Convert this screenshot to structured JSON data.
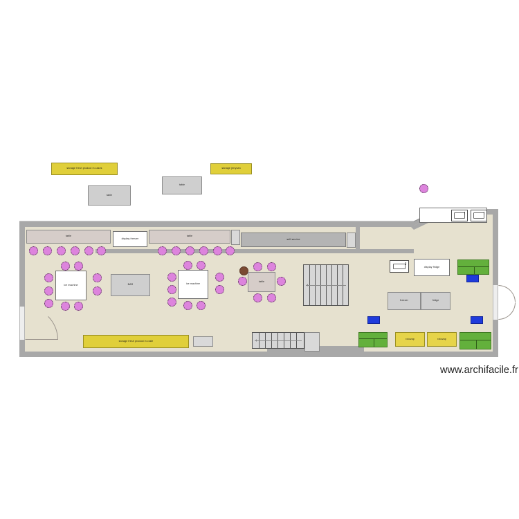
{
  "app": {
    "watermark": "www.archifacile.fr",
    "canvas_bg": "#ffffff",
    "floor_color": "#e6e1cf",
    "wall_color": "#a8a8a8",
    "chair_color": "#dd84dd",
    "yellow_color": "#e0cf3a",
    "green_color": "#63b03c",
    "blue_color": "#1f3bdc"
  },
  "plan": {
    "title": "Restaurant / production floor plan",
    "outside_items": [
      {
        "name": "storage-fresh-product-in-cases",
        "label": "storage fresh product in cases",
        "type": "yellow-box"
      },
      {
        "name": "storage-jerrycan",
        "label": "storage jerrycan",
        "type": "yellow-box"
      },
      {
        "name": "table-outside-left",
        "label": "table",
        "type": "grey-table"
      },
      {
        "name": "table-outside-right",
        "label": "table",
        "type": "grey-table"
      },
      {
        "name": "stool-outside",
        "label": "",
        "type": "chair"
      }
    ],
    "interior_items": [
      {
        "name": "table-top-left",
        "label": "table",
        "type": "counter"
      },
      {
        "name": "display-freezer",
        "label": "display freezer",
        "type": "white-unit"
      },
      {
        "name": "table-top-mid",
        "label": "table",
        "type": "counter"
      },
      {
        "name": "self-service",
        "label": "self service",
        "type": "grey-counter"
      },
      {
        "name": "ice-machine-left",
        "label": "ice machine",
        "type": "white-unit"
      },
      {
        "name": "ice-machine-mid",
        "label": "ice machine",
        "type": "white-unit"
      },
      {
        "name": "bar",
        "label": "BAR",
        "type": "grey-table"
      },
      {
        "name": "table-center",
        "label": "table",
        "type": "taupe-table"
      },
      {
        "name": "storage-fresh-product-in-crate",
        "label": "storage fresh product in crate",
        "type": "yellow-box"
      },
      {
        "name": "display-fridge",
        "label": "display fridge",
        "type": "white-unit"
      },
      {
        "name": "freezer",
        "label": "freezer",
        "type": "grey-table"
      },
      {
        "name": "fridge",
        "label": "fridge",
        "type": "grey-table"
      },
      {
        "name": "rotovap-left",
        "label": "rotovap",
        "type": "yellow-box"
      },
      {
        "name": "rotovap-right",
        "label": "rotovap",
        "type": "yellow-box"
      },
      {
        "name": "sink-left",
        "label": "",
        "type": "sink"
      },
      {
        "name": "sink-mid",
        "label": "",
        "type": "sink"
      },
      {
        "name": "sink-right",
        "label": "",
        "type": "sink"
      },
      {
        "name": "stairs-upper",
        "label": "",
        "type": "stairs"
      },
      {
        "name": "stairs-lower",
        "label": "",
        "type": "stairs"
      },
      {
        "name": "sofa-top-right",
        "label": "",
        "type": "green-sofa"
      },
      {
        "name": "sofa-bottom-left",
        "label": "",
        "type": "green-sofa"
      },
      {
        "name": "sofa-bottom-right",
        "label": "",
        "type": "green-sofa"
      },
      {
        "name": "coffee-table-1",
        "label": "",
        "type": "blue-table"
      },
      {
        "name": "coffee-table-2",
        "label": "",
        "type": "blue-table"
      },
      {
        "name": "coffee-table-3",
        "label": "",
        "type": "blue-table"
      },
      {
        "name": "entrance-door-left",
        "label": "",
        "type": "door"
      },
      {
        "name": "entrance-door-right",
        "label": "",
        "type": "door"
      }
    ],
    "labels": {
      "storage_cases": "storage fresh product in cases",
      "storage_jerrycan": "storage jerrycan",
      "storage_crate": "storage fresh product in crate",
      "table": "table",
      "display_freezer": "display freezer",
      "display_fridge": "display fridge",
      "self_service": "self service",
      "ice_machine": "ice machine",
      "bar": "BAR",
      "freezer": "freezer",
      "fridge": "fridge",
      "rotovap": "rotovap"
    },
    "counts": {
      "chairs_total": 40,
      "ice_machines": 2,
      "staircases": 2,
      "sofas": 3,
      "sinks": 3
    }
  }
}
